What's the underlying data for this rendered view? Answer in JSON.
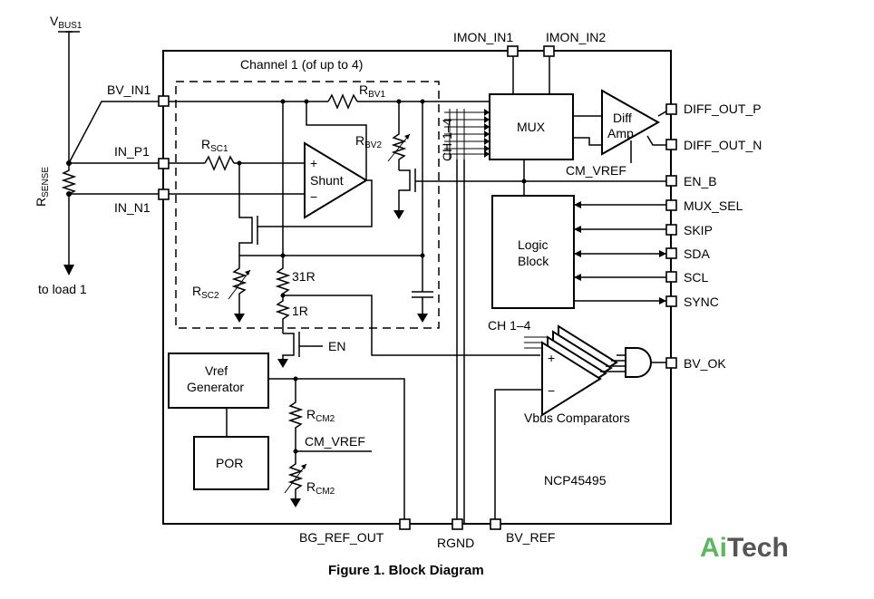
{
  "labels": {
    "vbus_main": "V",
    "vbus_sub": "BUS1",
    "rsense_main": "R",
    "rsense_sub": "SENSE",
    "to_load": "to load 1",
    "bv_in1": "BV_IN1",
    "in_p1": "IN_P1",
    "in_n1": "IN_N1",
    "channel": "Channel 1 (of up to 4)",
    "rsc1_main": "R",
    "rsc1_sub": "SC1",
    "rsc2_main": "R",
    "rsc2_sub": "SC2",
    "rbv1_main": "R",
    "rbv1_sub": "BV1",
    "rbv2_main": "R",
    "rbv2_sub": "BV2",
    "shunt": "Shunt",
    "plus": "+",
    "minus": "−",
    "ch14": "CH 1–4",
    "mux": "MUX",
    "imon_in1": "IMON_IN1",
    "imon_in2": "IMON_IN2",
    "diff1": "Diff",
    "diff2": "Amp",
    "cm_vref_pin": "CM_VREF",
    "diff_out_p": "DIFF_OUT_P",
    "diff_out_n": "DIFF_OUT_N",
    "en_b": "EN_B",
    "mux_sel": "MUX_SEL",
    "skip": "SKIP",
    "sda": "SDA",
    "scl": "SCL",
    "sync": "SYNC",
    "logic1": "Logic",
    "logic2": "Block",
    "r31": "31R",
    "r1": "1R",
    "en": "EN",
    "vref1": "Vref",
    "vref2": "Generator",
    "rcm2_main": "R",
    "rcm2_sub": "CM2",
    "cm_vref": "CM_VREF",
    "por": "POR",
    "ch14_comp": "CH 1–4",
    "vbus_comp": "Vbus Comparators",
    "bv_ok": "BV_OK",
    "part": "NCP45495",
    "bg_ref_out": "BG_REF_OUT",
    "rgnd": "RGND",
    "bv_ref": "BV_REF",
    "caption": "Figure 1. Block Diagram",
    "brand_a": "Ai",
    "brand_b": "Tech"
  },
  "colors": {
    "brand_green": "#5cb85c",
    "brand_gray": "#555555"
  }
}
